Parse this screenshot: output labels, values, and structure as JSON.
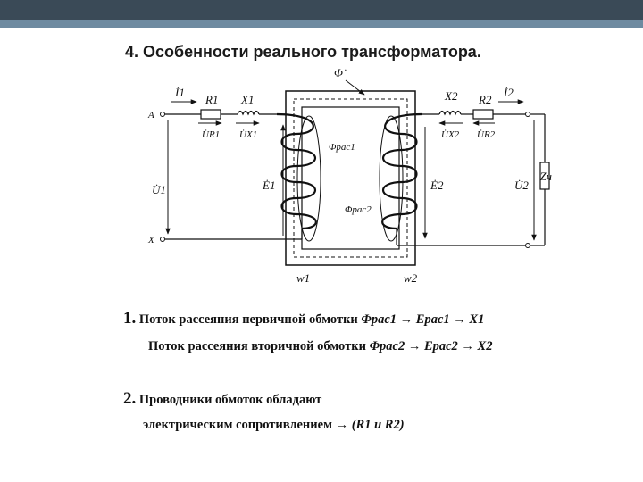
{
  "slide": {
    "title": "4. Особенности реального трансформатора."
  },
  "diagram": {
    "labels": {
      "i1": "İ1",
      "r1": "R1",
      "x1": "X1",
      "node_a": "A",
      "ur1": "U̇R1",
      "ux1": "U̇X1",
      "u1": "U̇1",
      "e1": "Ė1",
      "node_x": "X",
      "phi": "Φ̇",
      "phi_ras1": "Φрас1",
      "phi_ras2": "Φрас2",
      "w1": "w1",
      "w2": "w2",
      "x2": "X2",
      "r2": "R2",
      "i2": "İ2",
      "ux2": "U̇X2",
      "ur2": "U̇R2",
      "e2": "Ė2",
      "u2": "U̇2",
      "zn": "Zн"
    }
  },
  "notes": {
    "p1_num": "1.",
    "p1_line1": "Поток рассеяния первичной обмотки",
    "p1_line1_formula": "Φрас1 → Ерас1 → X1",
    "p1_line2": "Поток рассеяния вторичной обмотки",
    "p1_line2_formula": "Φрас2 → Ерас2 → X2",
    "p2_num": "2.",
    "p2_line1": "Проводники обмоток обладают",
    "p2_line2": "электрическим сопротивлением  →",
    "p2_formula": "(R1 и R2)"
  },
  "colors": {
    "topbar": "#3a4a57",
    "topbar_accent": "#6e8aa0",
    "ink": "#111111"
  }
}
